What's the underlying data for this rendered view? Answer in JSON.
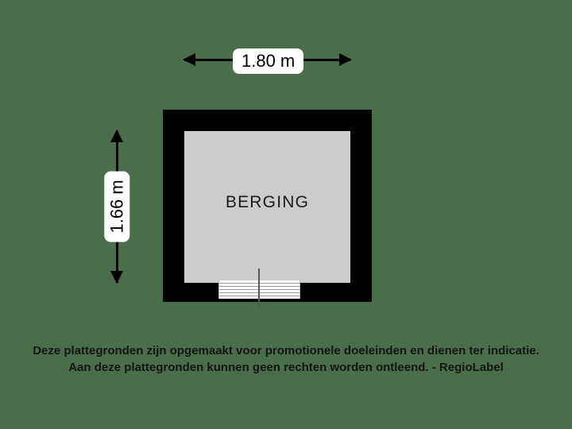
{
  "background_color": "#4a6e4a",
  "floorplan": {
    "room": {
      "name": "BERGING",
      "wall_color": "#000000",
      "floor_color": "#cccccc"
    },
    "door": {
      "icon": "door-stripes-icon"
    },
    "dimensions": {
      "width_label": "1.80 m",
      "height_label": "1.66 m"
    }
  },
  "disclaimer": {
    "line1": "Deze plattegronden zijn opgemaakt voor promotionele doeleinden en dienen ter indicatie.",
    "line2": "Aan deze plattegronden kunnen geen rechten worden ontleend. - RegioLabel"
  }
}
